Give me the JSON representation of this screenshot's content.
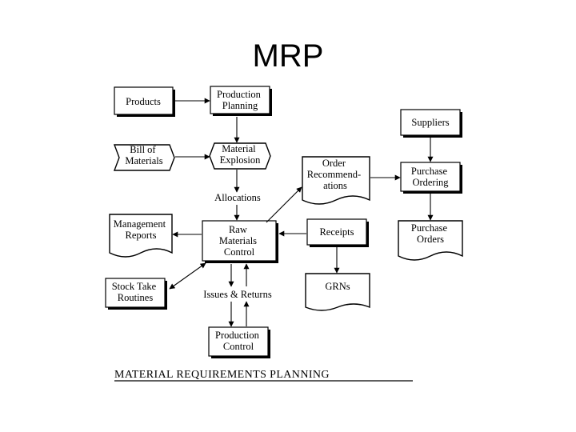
{
  "slide": {
    "title": "MRP"
  },
  "diagram": {
    "nodes": {
      "products": [
        "Products"
      ],
      "production_planning": [
        "Production",
        "Planning"
      ],
      "bill_of_materials": [
        "Bill of",
        "Materials"
      ],
      "material_explosion": [
        "Material",
        "Explosion"
      ],
      "allocations": [
        "Allocations"
      ],
      "order_recommendations": [
        "Order",
        "Recommend-",
        "ations"
      ],
      "suppliers": [
        "Suppliers"
      ],
      "purchase_ordering": [
        "Purchase",
        "Ordering"
      ],
      "management_reports": [
        "Management",
        "Reports"
      ],
      "raw_materials_control": [
        "Raw",
        "Materials",
        "Control"
      ],
      "receipts": [
        "Receipts"
      ],
      "purchase_orders": [
        "Purchase",
        "Orders"
      ],
      "stock_take_routines": [
        "Stock Take",
        "Routines"
      ],
      "issues_returns": [
        "Issues & Returns"
      ],
      "grns": [
        "GRNs"
      ],
      "production_control": [
        "Production",
        "Control"
      ]
    },
    "caption": "MATERIAL REQUIREMENTS PLANNING"
  }
}
